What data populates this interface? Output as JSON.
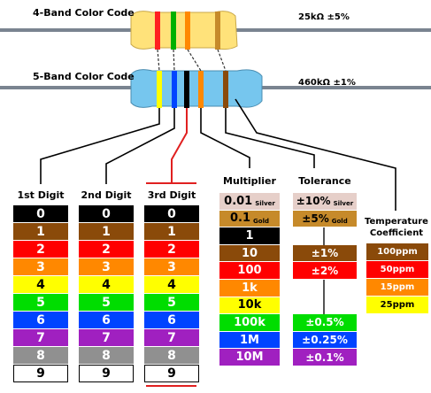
{
  "resistor4": {
    "title": "4-Band Color Code",
    "value": "25kΩ  ±5%"
  },
  "resistor5": {
    "title": "5-Band Color Code",
    "value": "460kΩ  ±1%"
  },
  "headers": {
    "first": "1st Digit",
    "second": "2nd Digit",
    "third": "3rd Digit",
    "multiplier": "Multiplier",
    "tolerance": "Tolerance",
    "tempco": "Temperature Coefficient"
  },
  "digits": [
    "0",
    "1",
    "2",
    "3",
    "4",
    "5",
    "6",
    "7",
    "8",
    "9"
  ],
  "digit_colors": [
    "#000000",
    "#8a4a0a",
    "#ff0000",
    "#ff8800",
    "#ffff00",
    "#00dd00",
    "#0044ff",
    "#a020c0",
    "#909090",
    "#ffffff"
  ],
  "digit_text_colors": [
    "#ffffff",
    "#ffffff",
    "#ffffff",
    "#ffffff",
    "#000000",
    "#ffffff",
    "#ffffff",
    "#ffffff",
    "#ffffff",
    "#000000"
  ],
  "multiplier": [
    {
      "value": "0.01",
      "tag": "Silver",
      "bg": "#e6cfc9",
      "fg": "#000000"
    },
    {
      "value": "0.1",
      "tag": "Gold",
      "bg": "#c68a2a",
      "fg": "#000000"
    },
    {
      "value": "1",
      "tag": "",
      "bg": "#000000",
      "fg": "#ffffff"
    },
    {
      "value": "10",
      "tag": "",
      "bg": "#8a4a0a",
      "fg": "#ffffff"
    },
    {
      "value": "100",
      "tag": "",
      "bg": "#ff0000",
      "fg": "#ffffff"
    },
    {
      "value": "1k",
      "tag": "",
      "bg": "#ff8800",
      "fg": "#ffffff"
    },
    {
      "value": "10k",
      "tag": "",
      "bg": "#ffff00",
      "fg": "#000000"
    },
    {
      "value": "100k",
      "tag": "",
      "bg": "#00dd00",
      "fg": "#ffffff"
    },
    {
      "value": "1M",
      "tag": "",
      "bg": "#0044ff",
      "fg": "#ffffff"
    },
    {
      "value": "10M",
      "tag": "",
      "bg": "#a020c0",
      "fg": "#ffffff"
    }
  ],
  "tolerance": [
    {
      "value": "±10%",
      "tag": "Silver",
      "bg": "#e6cfc9",
      "fg": "#000000",
      "row": 0
    },
    {
      "value": "±5%",
      "tag": "Gold",
      "bg": "#c68a2a",
      "fg": "#000000",
      "row": 1
    },
    {
      "value": "±1%",
      "tag": "",
      "bg": "#8a4a0a",
      "fg": "#ffffff",
      "row": 3
    },
    {
      "value": "±2%",
      "tag": "",
      "bg": "#ff0000",
      "fg": "#ffffff",
      "row": 4
    },
    {
      "value": "±0.5%",
      "tag": "",
      "bg": "#00dd00",
      "fg": "#ffffff",
      "row": 7
    },
    {
      "value": "±0.25%",
      "tag": "",
      "bg": "#0044ff",
      "fg": "#ffffff",
      "row": 8
    },
    {
      "value": "±0.1%",
      "tag": "",
      "bg": "#a020c0",
      "fg": "#ffffff",
      "row": 9
    }
  ],
  "tempco": [
    {
      "value": "100ppm",
      "bg": "#8a4a0a",
      "fg": "#ffffff"
    },
    {
      "value": "50ppm",
      "bg": "#ff0000",
      "fg": "#ffffff"
    },
    {
      "value": "15ppm",
      "bg": "#ff8800",
      "fg": "#ffffff"
    },
    {
      "value": "25ppm",
      "bg": "#ffff00",
      "fg": "#000000"
    }
  ]
}
